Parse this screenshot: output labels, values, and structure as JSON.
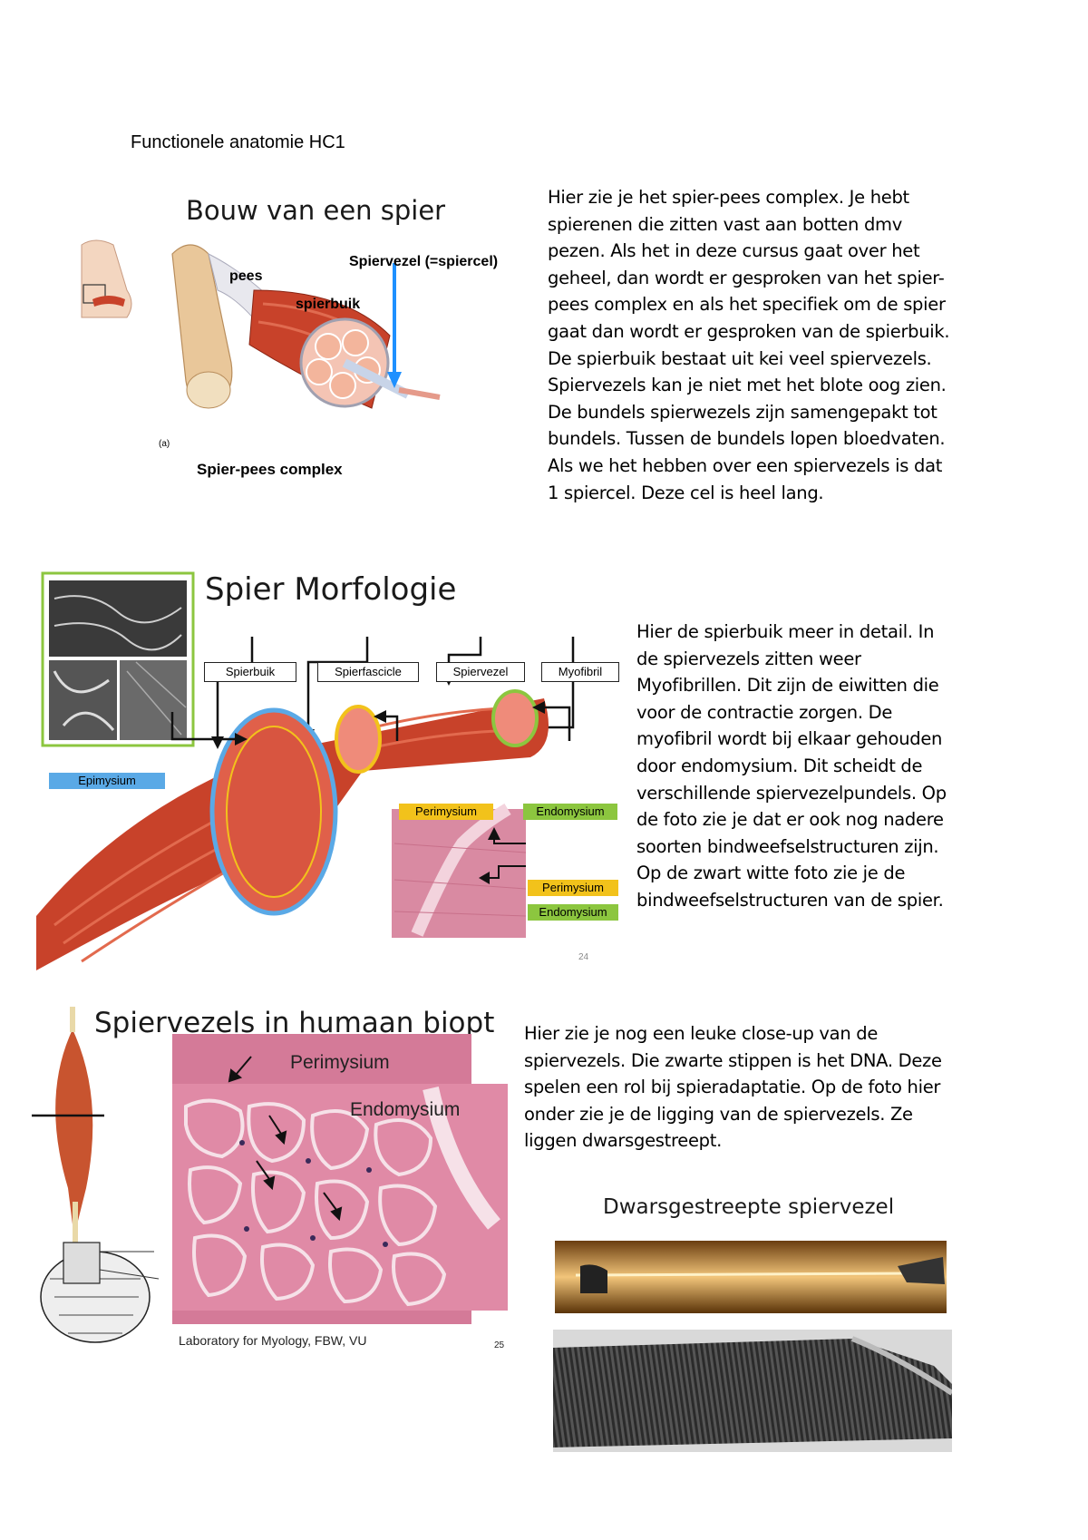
{
  "document": {
    "title": "Functionele anatomie HC1"
  },
  "section1": {
    "slide_title": "Bouw van een spier",
    "labels": {
      "pees": "pees",
      "spierbuik": "spierbuik",
      "spiervezel": "Spiervezel (=spiercel)",
      "fig_letter": "(a)",
      "caption": "Spier-pees complex"
    },
    "text_lines": [
      "Hier zie je het spier-pees complex. Je hebt",
      "spierenen die zitten vast aan botten dmv",
      "pezen. Als het in deze cursus gaat over het",
      "geheel, dan wordt er gesproken van het spier-",
      "pees complex en als het specifiek om de spier",
      "gaat dan wordt er gesproken van de spierbuik.",
      "De spierbuik bestaat uit kei veel spiervezels.",
      "Spiervezels kan je niet met het blote oog zien.",
      "De bundels spierwezels zijn samengepakt tot",
      "bundels. Tussen de bundels lopen bloedvaten.",
      "Als we het hebben over een spiervezels is dat",
      "1 spiercel. Deze cel is heel lang."
    ]
  },
  "section2": {
    "slide_title": "Spier Morfologie",
    "boxes": [
      "Spierbuik",
      "Spierfascicle",
      "Spiervezel",
      "Myofibril"
    ],
    "tags": {
      "epimysium": "Epimysium",
      "perimysium": "Perimysium",
      "endomysium": "Endomysium",
      "perimysium2": "Perimysium",
      "endomysium2": "Endomysium"
    },
    "slide_number": "24",
    "text_lines": [
      "Hier de spierbuik meer in detail. In",
      "de spiervezels zitten weer",
      "Myofibrillen. Dit zijn de eiwitten die",
      "voor de contractie zorgen. De",
      "myofibril wordt bij elkaar gehouden",
      "door endomysium. Dit scheidt de",
      "verschillende spiervezelpundels.  Op",
      "de foto zie je dat er ook nog nadere",
      "soorten bindweefselstructuren zijn.",
      "Op de zwart witte foto zie je de",
      "bindweefselstructuren van de spier."
    ]
  },
  "section3": {
    "slide_title": "Spiervezels in humaan biopt",
    "labels": {
      "perimysium": "Perimysium",
      "endomysium": "Endomysium",
      "credit": "Laboratory for Myology, FBW, VU",
      "slide_number": "25"
    },
    "text_lines": [
      "Hier zie je nog een leuke close-up van de",
      "spiervezels. Die zwarte stippen is het DNA. Deze",
      "spelen een rol bij spieradaptatie. Op de foto hier",
      "onder zie je de ligging van de spiervezels. Ze",
      "liggen dwarsgestreept."
    ]
  },
  "section4": {
    "title": "Dwarsgestreepte spiervezel"
  },
  "colors": {
    "muscle": "#c8422a",
    "epimysium": "#5aa9e6",
    "perimysium": "#f2c21b",
    "endomysium": "#8cc63f",
    "arrow_blue": "#1e90ff",
    "histology": "#d9789b"
  }
}
